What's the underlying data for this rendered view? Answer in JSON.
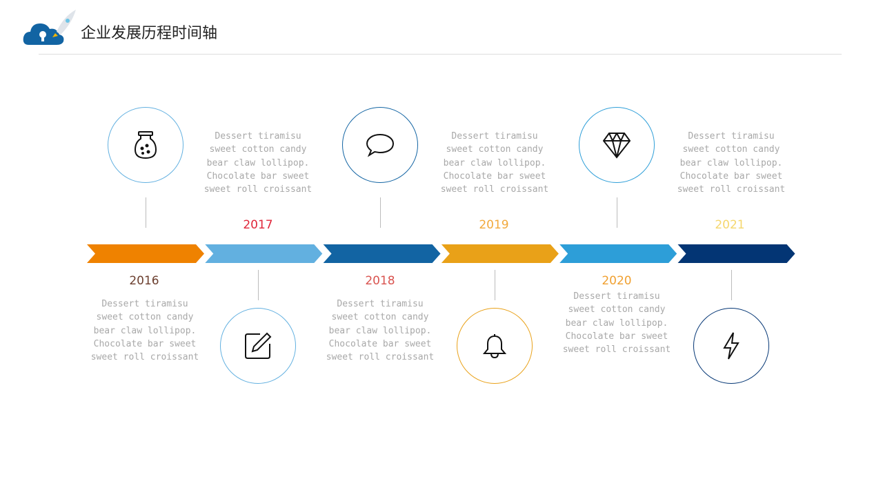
{
  "header": {
    "title": "企业发展历程时间轴"
  },
  "colors": {
    "c2016": "#ef8200",
    "c2017": "#62b0e0",
    "c2018": "#1264a3",
    "c2019": "#e9a118",
    "c2020": "#2d9ed8",
    "c2021": "#033574"
  },
  "milestones": [
    {
      "year": "2016",
      "text": "Dessert tiramisu sweet cotton candy bear claw lollipop. Chocolate bar sweet sweet roll croissant",
      "icon": "jar-icon"
    },
    {
      "year": "2017",
      "text": "Dessert tiramisu sweet cotton candy bear claw lollipop. Chocolate bar sweet sweet roll croissant",
      "icon": "edit-icon"
    },
    {
      "year": "2018",
      "text": "Dessert tiramisu sweet cotton candy bear claw lollipop. Chocolate bar sweet sweet roll croissant",
      "icon": "chat-bubble-icon"
    },
    {
      "year": "2019",
      "text": "Dessert tiramisu sweet cotton candy bear claw lollipop. Chocolate bar sweet sweet roll croissant",
      "icon": "bell-icon"
    },
    {
      "year": "2020",
      "text": "Dessert tiramisu sweet cotton candy bear claw lollipop. Chocolate bar sweet sweet roll croissant",
      "icon": "diamond-icon"
    },
    {
      "year": "2021",
      "text": "Dessert tiramisu sweet cotton candy bear claw lollipop. Chocolate bar sweet sweet roll croissant",
      "icon": "lightning-icon"
    }
  ]
}
